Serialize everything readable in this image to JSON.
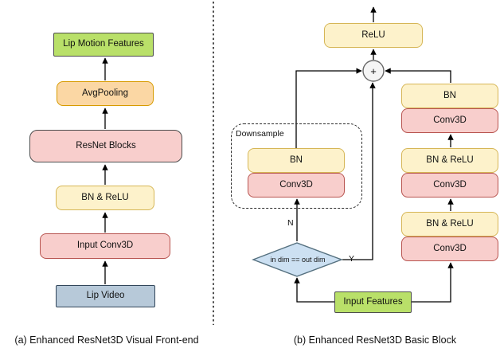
{
  "palette": {
    "yellow_fill": "#fdf2cb",
    "yellow_stroke": "#d6b656",
    "pink_fill": "#f8cecc",
    "pink_stroke": "#b85450",
    "orange_fill": "#fbd7a4",
    "orange_stroke": "#d79b00",
    "green_fill": "#b9e069",
    "blue_fill": "#b7c9d9",
    "blue_stroke": "#32465a",
    "diamond_fill": "#cce0f2",
    "diamond_stroke": "#55707f",
    "plus_fill": "#f5f5f5",
    "plus_stroke": "#666666",
    "dark_stroke": "#4d4d4d",
    "edge": "#000000"
  },
  "panel_a": {
    "caption": "(a) Enhanced ResNet3D Visual Front-end",
    "nodes": {
      "lip_motion_features": "Lip Motion Features",
      "avgpooling": "AvgPooling",
      "resnet_blocks": "ResNet Blocks",
      "bn_relu": "BN & ReLU",
      "input_conv3d": "Input Conv3D",
      "lip_video": "Lip Video"
    }
  },
  "panel_b": {
    "caption": "(b) Enhanced ResNet3D Basic Block",
    "relu": "ReLU",
    "plus": "+",
    "downsample": {
      "label": "Downsample",
      "bn": "BN",
      "conv": "Conv3D"
    },
    "main_path": [
      {
        "bn": "BN",
        "conv": "Conv3D"
      },
      {
        "bn": "BN & ReLU",
        "conv": "Conv3D"
      },
      {
        "bn": "BN & ReLU",
        "conv": "Conv3D"
      }
    ],
    "diamond": "in dim == out dim",
    "branch_no": "N",
    "branch_yes": "Y",
    "input_features": "Input Features"
  }
}
